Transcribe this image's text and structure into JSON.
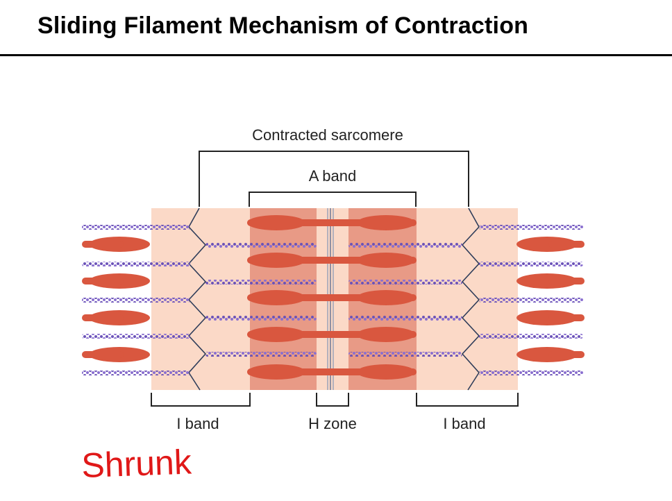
{
  "title": "Sliding Filament Mechanism of Contraction",
  "diagram": {
    "label_sarcomere": "Contracted sarcomere",
    "label_a_band": "A band",
    "label_i_band_left": "I band",
    "label_h_zone": "H zone",
    "label_i_band_right": "I band"
  },
  "annotation": {
    "handwritten": "Shrunk"
  },
  "colors": {
    "i_band_bg": "#fbd9c7",
    "a_band_bg": "#e89a86",
    "h_zone_bg": "#fbd9c7",
    "myosin": "#d9573f",
    "actin": "#6b53b8",
    "z_line": "#2f3d5a",
    "annotation": "#e01818"
  }
}
